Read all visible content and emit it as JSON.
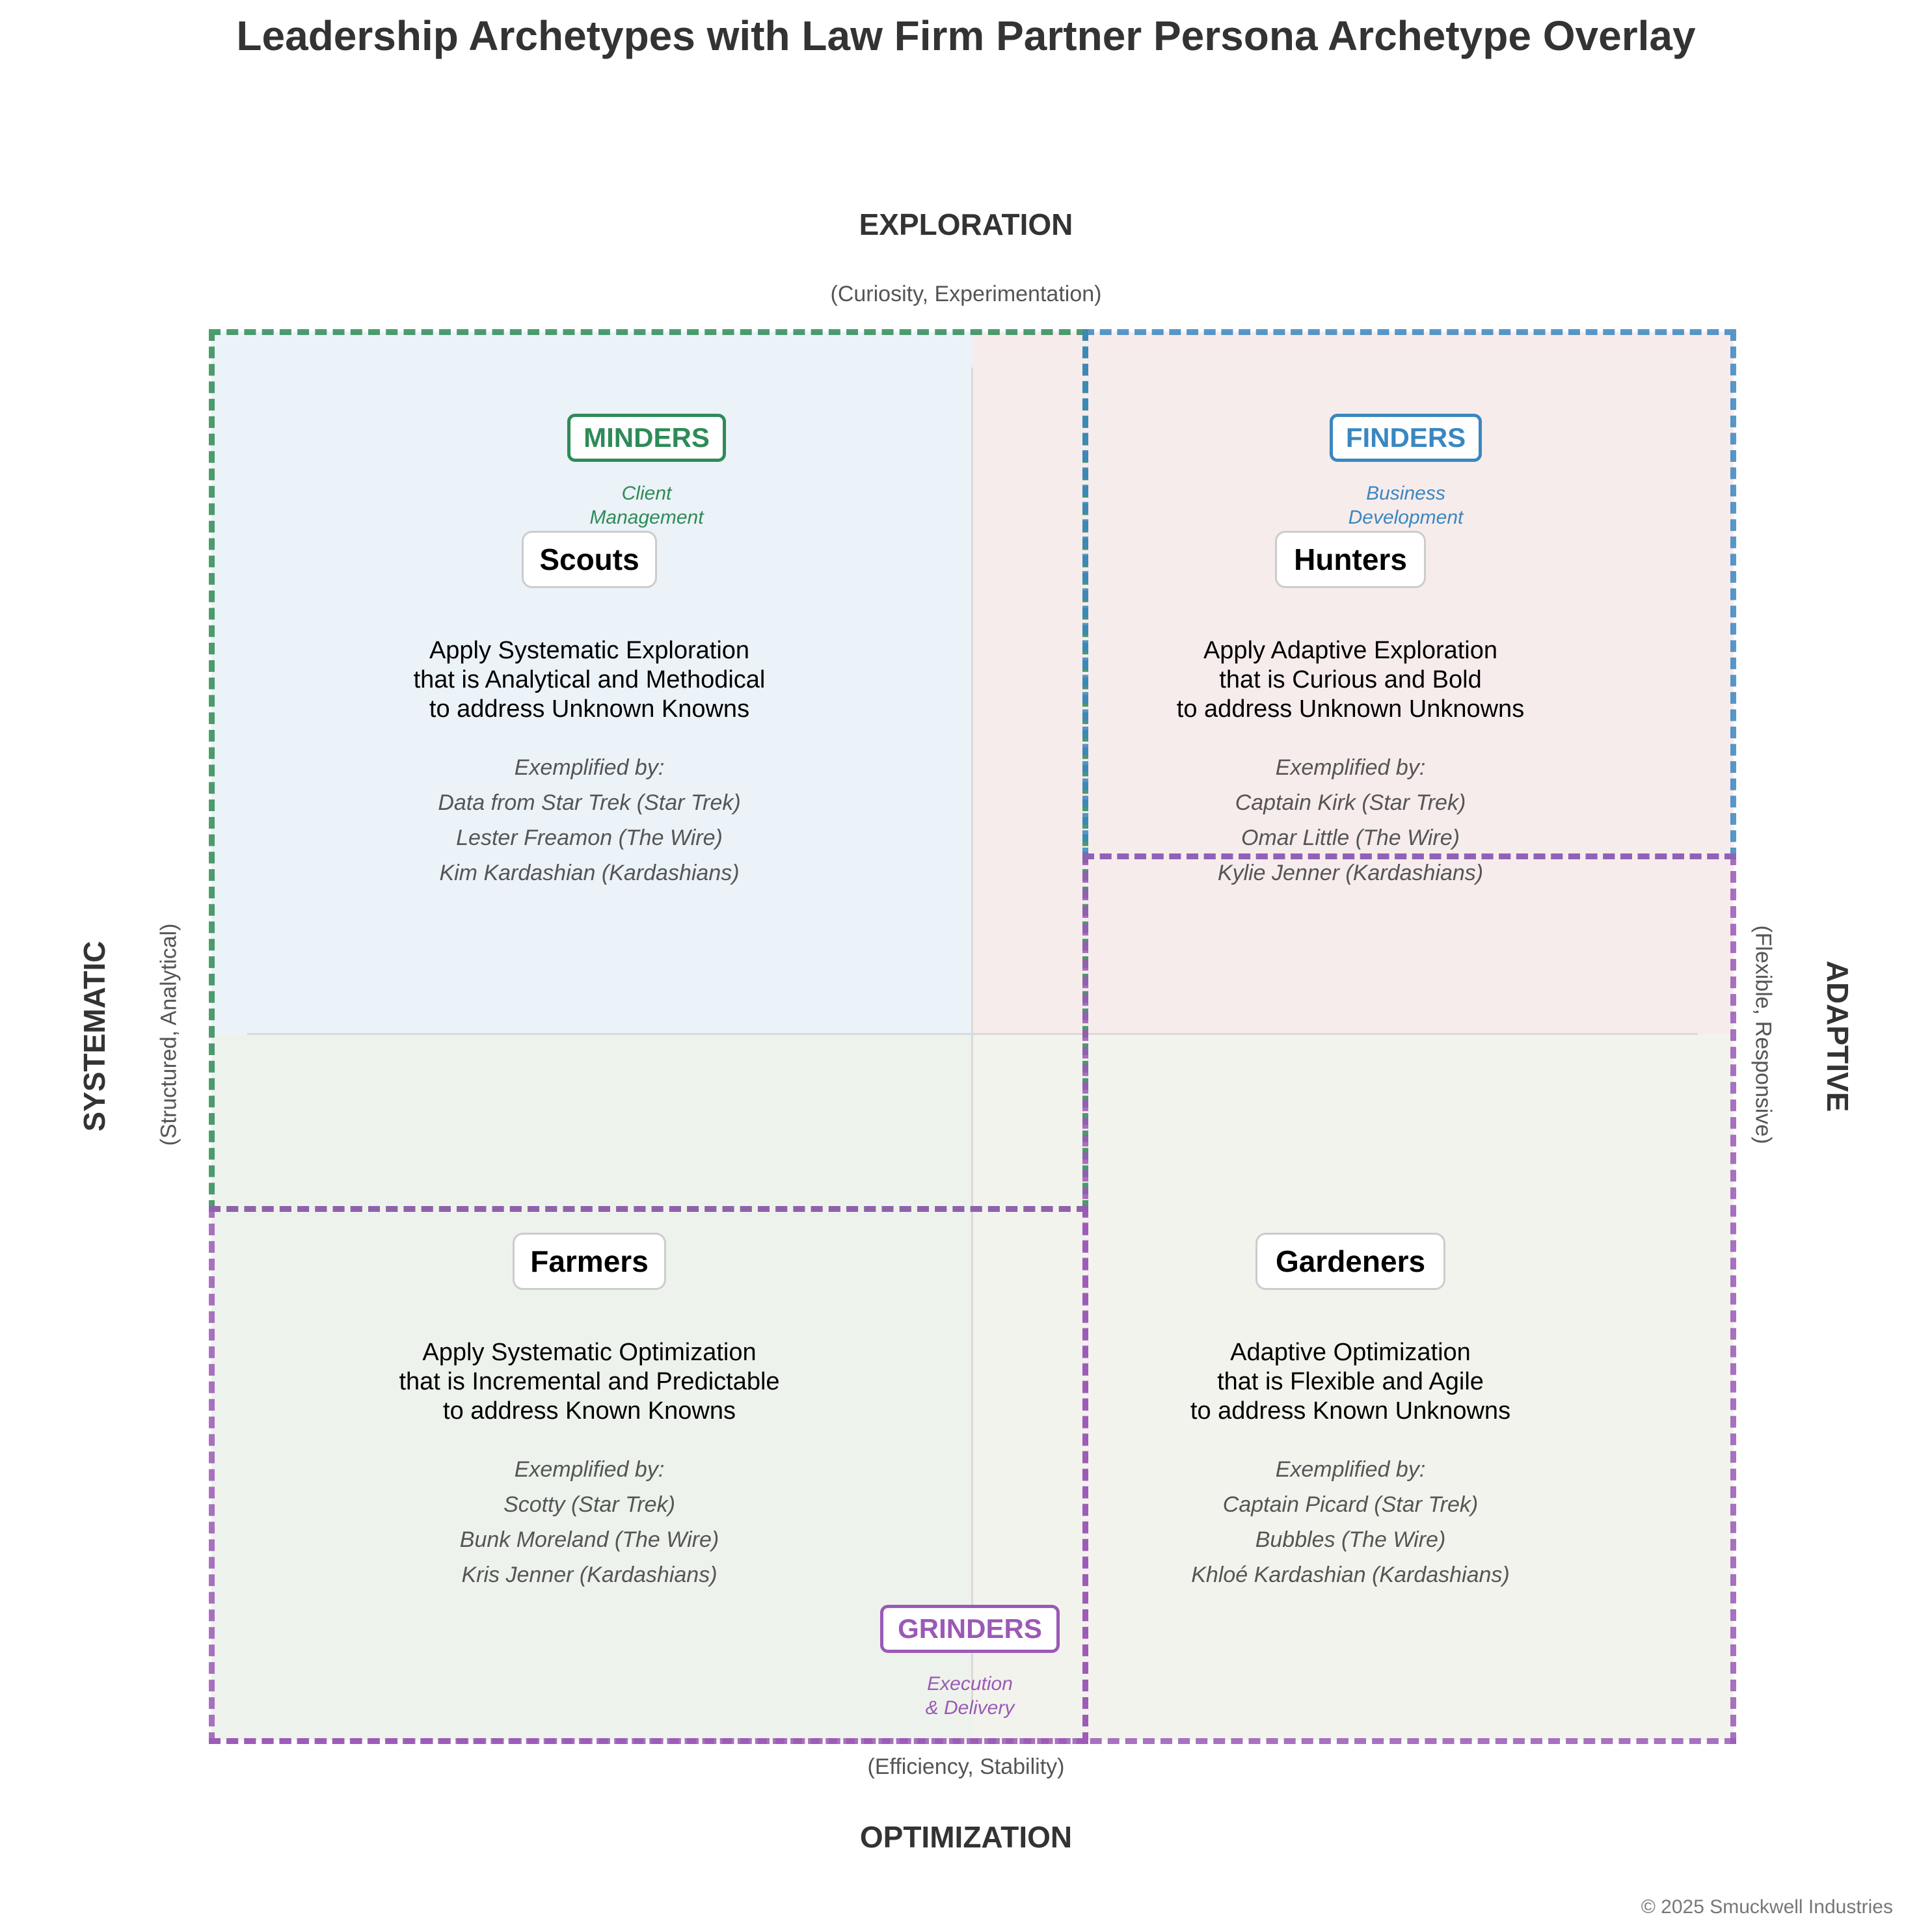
{
  "title": "Leadership Archetypes with Law Firm Partner Persona Archetype Overlay",
  "axes": {
    "top": {
      "label": "EXPLORATION",
      "sub": "(Curiosity, Experimentation)"
    },
    "bottom": {
      "label": "OPTIMIZATION",
      "sub": "(Efficiency, Stability)"
    },
    "left": {
      "label": "SYSTEMATIC",
      "sub": "(Structured, Analytical)"
    },
    "right": {
      "label": "ADAPTIVE",
      "sub": "(Flexible, Responsive)"
    }
  },
  "quadrants": {
    "scouts": {
      "name": "Scouts",
      "description": [
        "Apply Systematic Exploration",
        "that is Analytical and Methodical",
        "to address Unknown Knowns"
      ],
      "examples_header": "Exemplified by:",
      "examples": [
        "Data from Star Trek (Star Trek)",
        "Lester Freamon (The Wire)",
        "Kim Kardashian (Kardashians)"
      ]
    },
    "hunters": {
      "name": "Hunters",
      "description": [
        "Apply Adaptive Exploration",
        "that is Curious and Bold",
        "to address Unknown Unknowns"
      ],
      "examples_header": "Exemplified by:",
      "examples": [
        "Captain Kirk (Star Trek)",
        "Omar Little (The Wire)",
        "Kylie Jenner (Kardashians)"
      ]
    },
    "farmers": {
      "name": "Farmers",
      "description": [
        "Apply Systematic Optimization",
        "that is Incremental and Predictable",
        "to address Known Knowns"
      ],
      "examples_header": "Exemplified by:",
      "examples": [
        "Scotty (Star Trek)",
        "Bunk Moreland (The Wire)",
        "Kris Jenner (Kardashians)"
      ]
    },
    "gardeners": {
      "name": "Gardeners",
      "description": [
        "Adaptive Optimization",
        "that is Flexible and Agile",
        "to address Known Unknowns"
      ],
      "examples_header": "Exemplified by:",
      "examples": [
        "Captain Picard (Star Trek)",
        "Bubbles (The Wire)",
        "Khloé Kardashian (Kardashians)"
      ]
    }
  },
  "personas": {
    "minders": {
      "label": "MINDERS",
      "sub": [
        "Client",
        "Management"
      ]
    },
    "finders": {
      "label": "FINDERS",
      "sub": [
        "Business",
        "Development"
      ]
    },
    "grinders": {
      "label": "GRINDERS",
      "sub": [
        "Execution",
        "& Delivery"
      ]
    }
  },
  "colors": {
    "minders": "#2e8b57",
    "finders": "#3a87c0",
    "grinders": "#9b59b6",
    "scouts_bg": "#ebf2f8",
    "hunters_bg": "#f7ecec",
    "farmers_bg": "#edf3ec",
    "gardeners_bg": "#f3f3ee"
  },
  "copyright": "© 2025 Smuckwell Industries"
}
